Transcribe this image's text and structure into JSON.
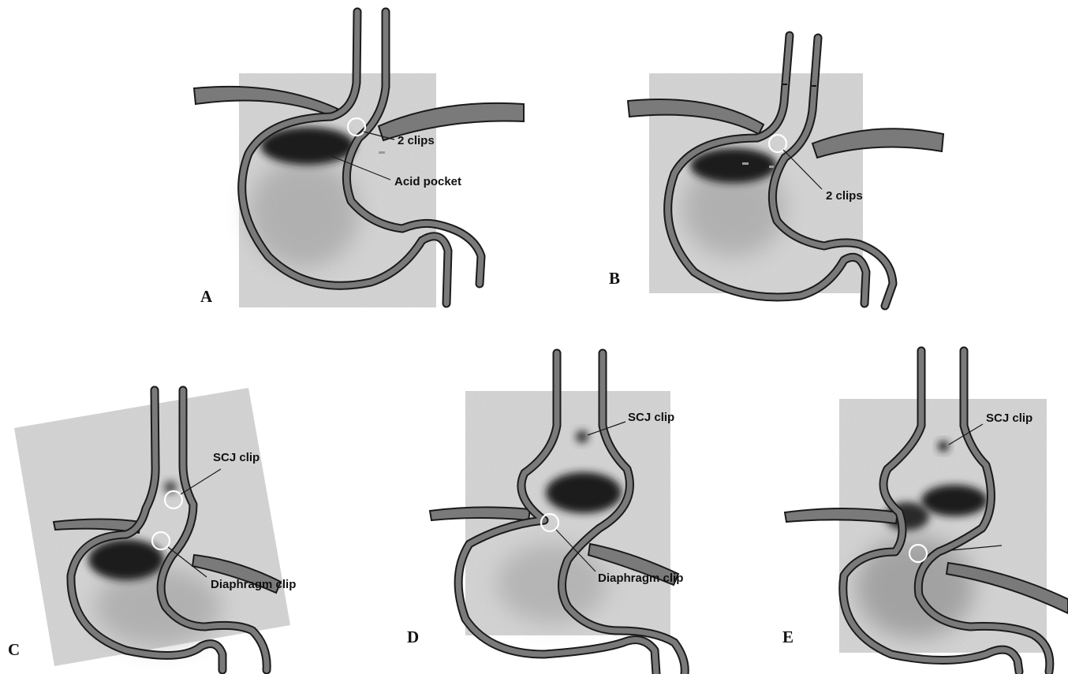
{
  "colors": {
    "scan_background": "#d9d9d9",
    "activity": "#1a1a1a",
    "organ_wall": "#7a7a7a",
    "outline": "#1a1a1a",
    "clip_ring": "#ffffff",
    "marker": "#9a9a9a"
  },
  "panels": [
    {
      "letter": "A",
      "callouts": {
        "clips": "2 clips",
        "acid_pocket": "Acid pocket"
      }
    },
    {
      "letter": "B",
      "callouts": {
        "clips": "2 clips"
      }
    },
    {
      "letter": "C",
      "callouts": {
        "scj_clip": "SCJ clip",
        "diaphragm_clip": "Diaphragm clip"
      }
    },
    {
      "letter": "D",
      "callouts": {
        "scj_clip": "SCJ clip",
        "diaphragm_clip": "Diaphragm clip"
      }
    },
    {
      "letter": "E",
      "callouts": {
        "scj_clip": "SCJ clip"
      }
    }
  ]
}
